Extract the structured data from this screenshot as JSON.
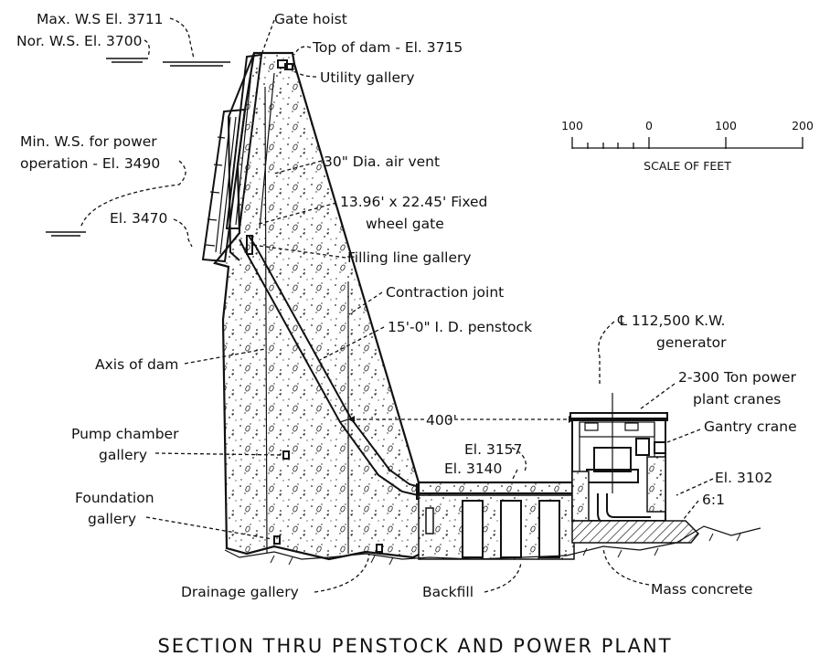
{
  "title": "SECTION THRU PENSTOCK AND POWER PLANT",
  "scale": {
    "ticks": [
      "100",
      "0",
      "100",
      "200"
    ],
    "caption": "SCALE OF FEET"
  },
  "labels": {
    "max_ws": "Max. W.S El. 3711",
    "nor_ws": "Nor. W.S. El. 3700",
    "gate_hoist": "Gate hoist",
    "top_of_dam": "Top of dam - El. 3715",
    "utility_gallery": "Utility gallery",
    "min_ws_line1": "Min. W.S. for power",
    "min_ws_line2": "operation - El. 3490",
    "air_vent": "30\" Dia. air vent",
    "gate_line1": "13.96' x 22.45' Fixed",
    "gate_line2": "wheel gate",
    "el_3470": "El. 3470",
    "filling_line": "Filling line gallery",
    "contraction_joint": "Contraction joint",
    "penstock": "15'-0\" I. D. penstock",
    "generator_line1": "℄ 112,500 K.W.",
    "generator_line2": "generator",
    "axis_of_dam": "Axis of dam",
    "cranes_line1": "2-300 Ton power",
    "cranes_line2": "plant cranes",
    "gantry_crane": "Gantry crane",
    "dim_400": "400'",
    "el_3157": "El. 3157",
    "el_3140": "El. 3140",
    "el_3102": "El. 3102",
    "slope": "6:1",
    "pump_line1": "Pump chamber",
    "pump_line2": "gallery",
    "foundation_line1": "Foundation",
    "foundation_line2": "gallery",
    "drainage_gallery": "Drainage gallery",
    "backfill": "Backfill",
    "mass_concrete": "Mass concrete"
  }
}
